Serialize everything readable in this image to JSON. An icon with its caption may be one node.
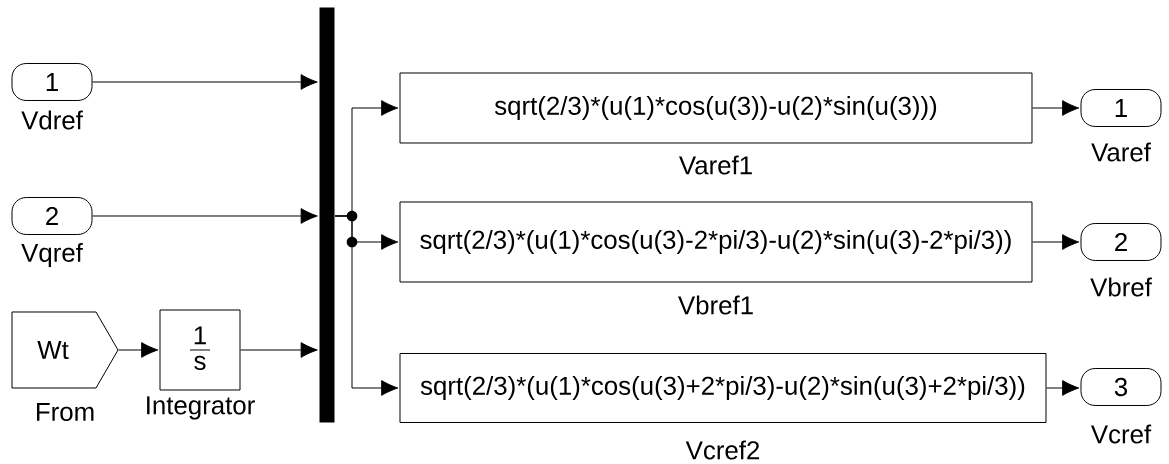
{
  "diagram": {
    "nodes": [
      {
        "text": [
          "1"
        ],
        "beside": [
          "Vdref"
        ]
      },
      {
        "text": [
          "2"
        ],
        "beside": [
          "Vqref"
        ]
      },
      {
        "text": [
          "Wt"
        ],
        "beside": [
          "From"
        ]
      },
      {
        "text": [
          "1",
          "s"
        ],
        "beside": [
          "Integrator"
        ]
      },
      {
        "text": [],
        "shape": "bar"
      },
      {
        "text": [
          "sqrt(2/3)*(u(1)*cos(u(3))-u(2)*sin(u(3)))"
        ],
        "beside": [
          "Varef1"
        ]
      },
      {
        "text": [
          "sqrt(2/3)*(u(1)*cos(u(3)-2*pi/3)-u(2)*sin(u(3)-2*pi/3))"
        ],
        "beside": [
          "Vbref1"
        ]
      },
      {
        "text": [
          "sqrt(2/3)*(u(1)*cos(u(3)+2*pi/3)-u(2)*sin(u(3)+2*pi/3))"
        ],
        "beside": [
          "Vcref2"
        ]
      },
      {
        "text": [
          "1"
        ],
        "beside": [
          "Varef"
        ]
      },
      {
        "text": [
          "2"
        ],
        "beside": [
          "Vbref"
        ]
      },
      {
        "text": [
          "3"
        ],
        "beside": [
          "Vcref"
        ]
      }
    ],
    "edges": [
      {
        "from": 0,
        "to": 4,
        "arrow": "to"
      },
      {
        "from": 1,
        "to": 4,
        "arrow": "to"
      },
      {
        "from": 2,
        "to": 3,
        "arrow": "to"
      },
      {
        "from": 3,
        "to": 4,
        "arrow": "to"
      },
      {
        "from": 4,
        "to": 5,
        "arrow": "to"
      },
      {
        "from": 4,
        "to": 6,
        "arrow": "to"
      },
      {
        "from": 4,
        "to": 7,
        "arrow": "to"
      },
      {
        "from": 5,
        "to": 8,
        "arrow": "to"
      },
      {
        "from": 6,
        "to": 9,
        "arrow": "to"
      },
      {
        "from": 7,
        "to": 10,
        "arrow": "to"
      }
    ]
  }
}
